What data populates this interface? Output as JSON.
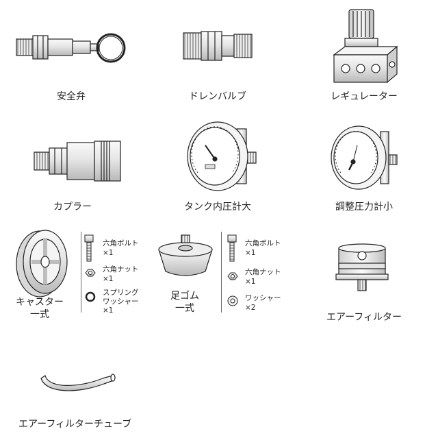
{
  "parts": {
    "safety_valve": "安全弁",
    "drain_valve": "ドレンバルブ",
    "regulator": "レギュレーター",
    "coupler": "カプラー",
    "tank_gauge": "タンク内圧計大",
    "regulator_gauge": "調整圧力計小",
    "caster_line1": "キャスター",
    "caster_line2": "一式",
    "foot_line1": "足ゴム",
    "foot_line2": "一式",
    "air_filter": "エアーフィルター",
    "air_filter_tube": "エアーフィルターチューブ"
  },
  "caster_hardware": {
    "hex_bolt": "六角ボルト",
    "hex_bolt_qty": "×1",
    "hex_nut": "六角ナット",
    "hex_nut_qty": "×1",
    "spring_washer_line1": "スプリング",
    "spring_washer_line2": "ワッシャー",
    "spring_washer_qty": "×1"
  },
  "foot_hardware": {
    "hex_bolt": "六角ボルト",
    "hex_bolt_qty": "×1",
    "hex_nut": "六角ナット",
    "hex_nut_qty": "×1",
    "washer": "ワッシャー",
    "washer_qty": "×2"
  },
  "colors": {
    "line": "#222222",
    "metal_light": "#f2f2f2",
    "metal_mid": "#d0d0d0",
    "metal_dark": "#9a9a9a",
    "background": "#ffffff"
  }
}
